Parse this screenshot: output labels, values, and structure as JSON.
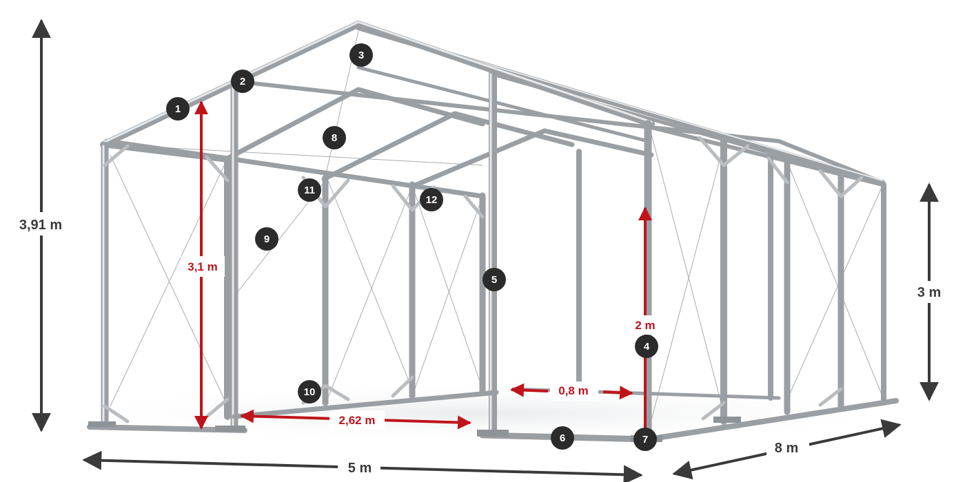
{
  "dimensions": {
    "total_height": "3,91 m",
    "side_height": "3 m",
    "depth": "8 m",
    "width": "5 m",
    "inner_height": "3,1 m",
    "door_height": "2 m",
    "frame_spacing": "2,62 m",
    "door_gap": "0,8 m"
  },
  "markers": [
    "1",
    "2",
    "3",
    "4",
    "5",
    "6",
    "7",
    "8",
    "9",
    "10",
    "11",
    "12"
  ],
  "colors": {
    "dimension_arrow": "#3a3a3a",
    "red_arrow": "#c0141b",
    "marker_fill": "#2b2b2b",
    "frame": "#9a9fa4"
  }
}
